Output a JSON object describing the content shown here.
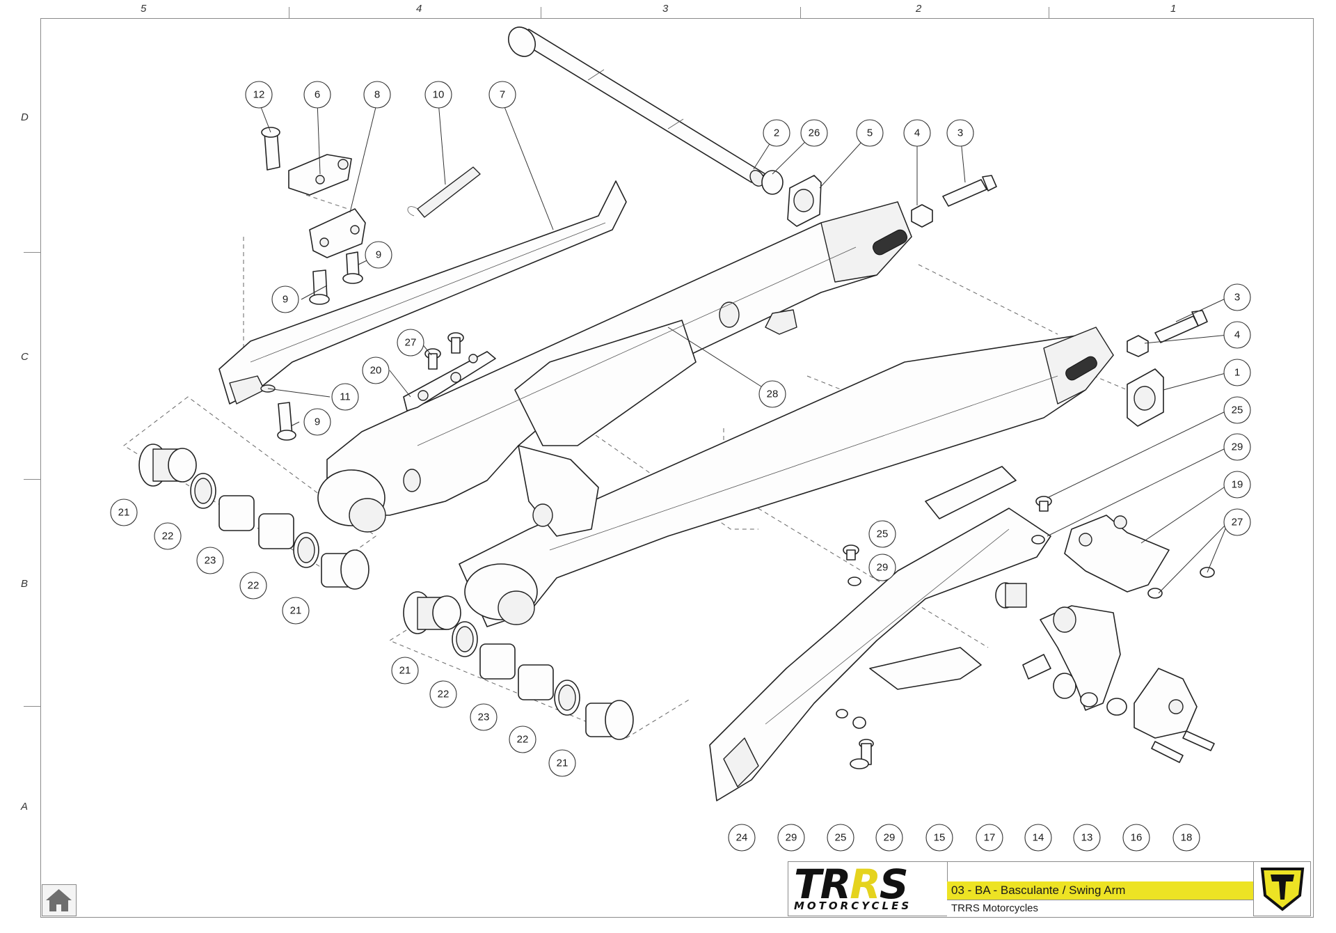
{
  "grid": {
    "columns": [
      "5",
      "4",
      "3",
      "2",
      "1"
    ],
    "rows": [
      "D",
      "C",
      "B",
      "A"
    ]
  },
  "callouts": [
    "12",
    "6",
    "8",
    "10",
    "7",
    "2",
    "26",
    "5",
    "4",
    "3",
    "9",
    "9",
    "27",
    "20",
    "11",
    "9",
    "28",
    "3",
    "4",
    "1",
    "25",
    "29",
    "19",
    "27",
    "21",
    "22",
    "23",
    "22",
    "21",
    "25",
    "29",
    "21",
    "22",
    "23",
    "22",
    "21",
    "24",
    "29",
    "25",
    "29",
    "15",
    "17",
    "14",
    "13",
    "16",
    "18"
  ],
  "title_block": {
    "logo_main_left": "TR",
    "logo_main_accent": "R",
    "logo_main_right": "S",
    "logo_sub": "MOTORCYCLES",
    "title": "03 - BA - Basculante / Swing Arm",
    "subtitle": "TRRS Motorcycles"
  },
  "colors": {
    "accent_yellow": "#ede324",
    "line": "#222222",
    "frame": "#8a8a8a"
  },
  "icons": {
    "home": "home-icon",
    "brand": "trrs-shield-icon"
  }
}
